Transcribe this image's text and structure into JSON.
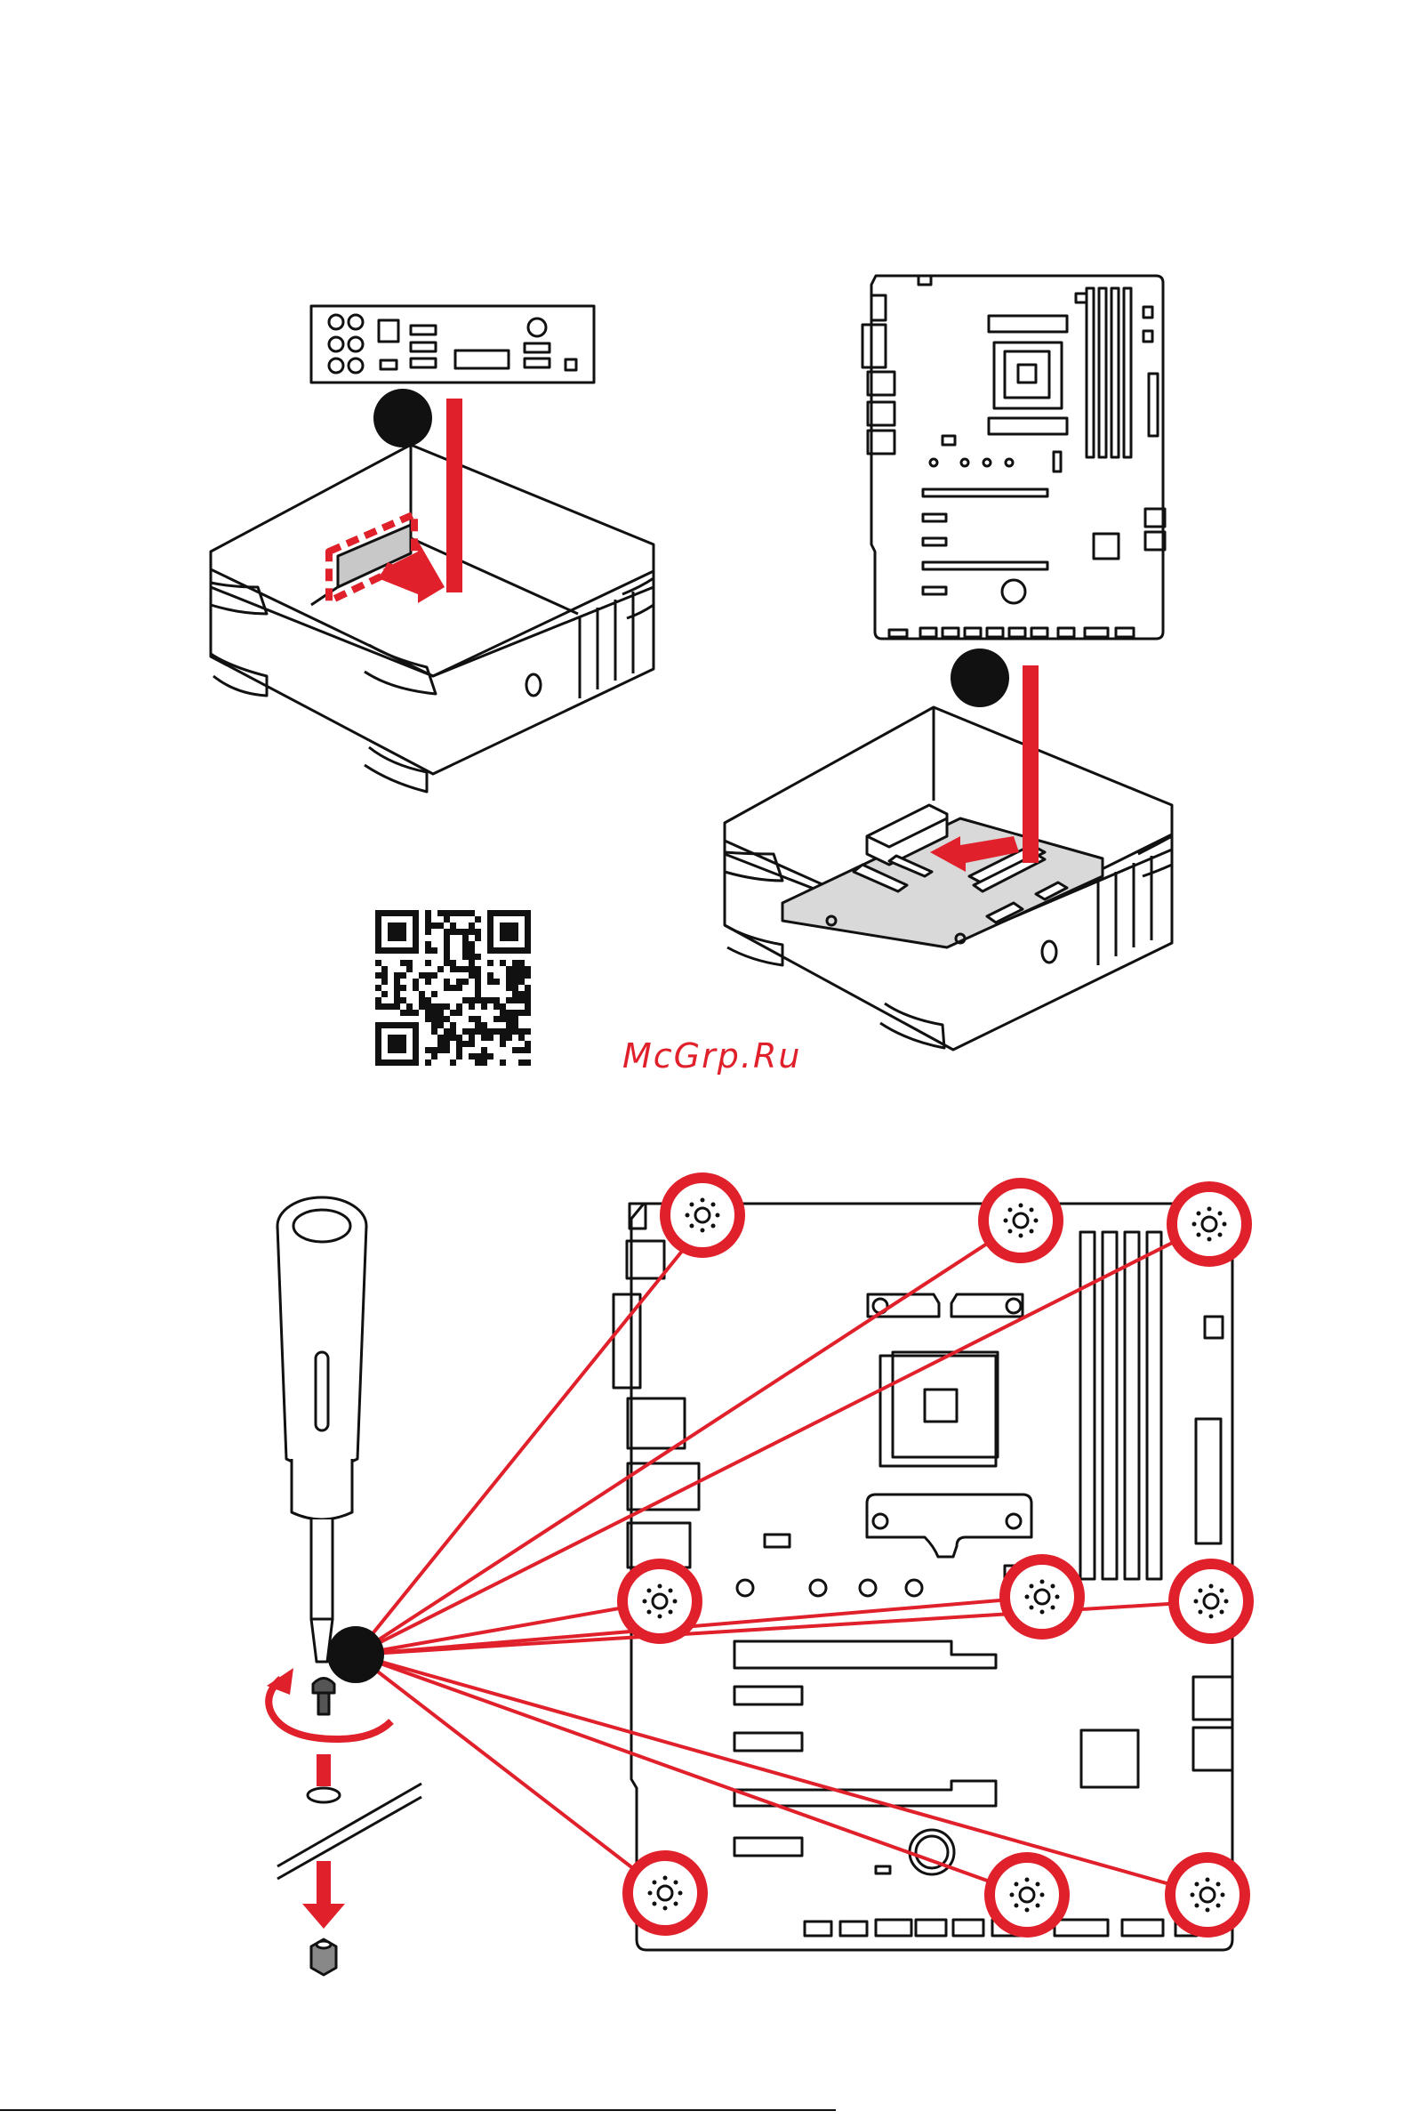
{
  "watermark": "McGrp.Ru",
  "colors": {
    "accent": "#e0202a",
    "line": "#111111",
    "steps_badge": "#111111",
    "io_shield_fill": "#c8c8c8",
    "motherboard_fill": "#d9d9d9"
  },
  "steps": [
    {
      "id": 1,
      "content": "install-io-shield"
    },
    {
      "id": 2,
      "content": "place-motherboard-in-case"
    },
    {
      "id": 3,
      "content": "fasten-screws-to-standoffs"
    }
  ],
  "icons": [
    "qr-code-icon",
    "screwdriver-icon",
    "screw-icon",
    "standoff-icon",
    "rotate-arrow-icon",
    "screw-hole-marker-icon"
  ],
  "screw_holes_count": 9
}
